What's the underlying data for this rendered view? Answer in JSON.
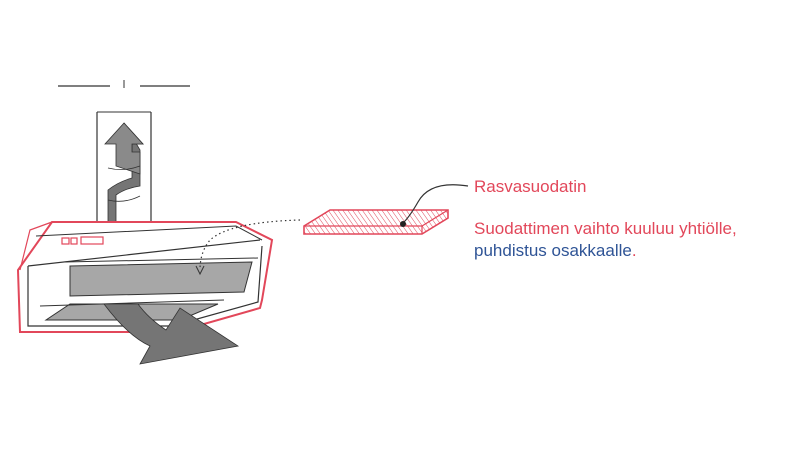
{
  "labels": {
    "filter_name": "Rasvasuodatin",
    "note_line1": "Suodattimen vaihto kuuluu yhtiölle,",
    "note_line2_main": "puhdistus osakkaalle",
    "note_line2_end": "."
  },
  "colors": {
    "accent_red": "#e2475a",
    "accent_blue": "#2f5496",
    "arrow_gray": "#757575",
    "filter_panel_gray": "#a7a7a7",
    "outline": "#333333"
  },
  "icons": {
    "duct": "exhaust-duct-icon",
    "upward_arrow": "airflow-up-arrow-icon",
    "hood": "cooker-hood-icon",
    "intake_arrow": "airflow-intake-arrow-icon",
    "filter": "grease-filter-icon"
  }
}
